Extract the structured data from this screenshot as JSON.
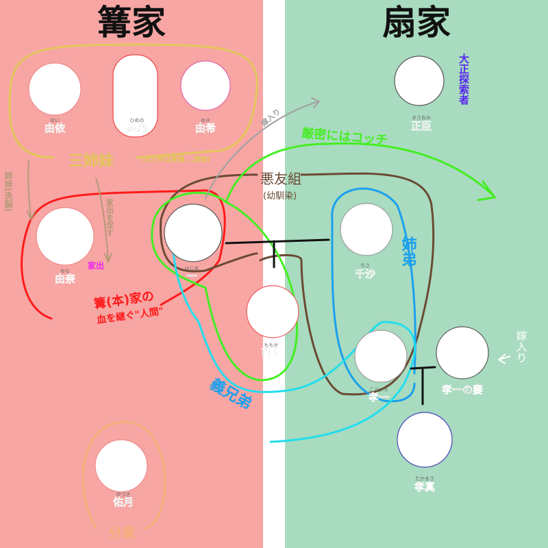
{
  "families": {
    "left": {
      "title": "篝家",
      "color": "#f7a6a4"
    },
    "right": {
      "title": "扇家",
      "color": "#a8dbbf"
    }
  },
  "characters": {
    "yui": {
      "name": "由依",
      "ruby": "ゆい"
    },
    "himeno": {
      "name": "姫乃",
      "ruby": "ひめの"
    },
    "yuki": {
      "name": "由希",
      "ruby": "ゆき"
    },
    "yuna": {
      "name": "由奈",
      "ruby": "ゆな"
    },
    "hajime": {
      "name": "一",
      "ruby": "はじめ"
    },
    "momoka": {
      "name": "百華",
      "ruby": "ももか"
    },
    "chisa": {
      "name": "千沙",
      "ruby": "ちさ"
    },
    "masaomi": {
      "name": "正臣",
      "ruby": "まさおみ"
    },
    "kouichi": {
      "name": "孝一",
      "ruby": "こういち"
    },
    "kouichi_wife": {
      "name": "孝一の妻",
      "ruby": ""
    },
    "takamasa": {
      "name": "孝真",
      "ruby": "たかまさ"
    },
    "yuzuki": {
      "name": "佑月",
      "ruby": "ゆづき"
    }
  },
  "annotations": {
    "three_sisters": "三姉妹",
    "three_sisters_note": "(まだ仲は普通 …姉妹)",
    "sisters_brainwash": "姉妹(洗脳)",
    "encourage_runaway": "家出を促す",
    "runaway": "家出",
    "human_line1": "篝(本)家の",
    "human_line2": "血を継ぐ\"人間\"",
    "married_in_top": "嫁入り",
    "strictly_this": "厳密にはコッチ",
    "bad_friends": "悪友組",
    "childhood_friends": "(幼馴染)",
    "siblings": "姉弟",
    "brothers_in_law": "義兄弟",
    "married_in_right": "嫁入り",
    "taisho_detective": "大正探索者",
    "branch_family": "分家"
  },
  "colors": {
    "sisters": "#e3c65a",
    "bad_friends": "#6b4a33",
    "human": "#ff1a1a",
    "strictly": "#44ee22",
    "siblings": "#1aa0ee",
    "brothers_in_law": "#22ddee",
    "branch": "#f4b27a"
  }
}
